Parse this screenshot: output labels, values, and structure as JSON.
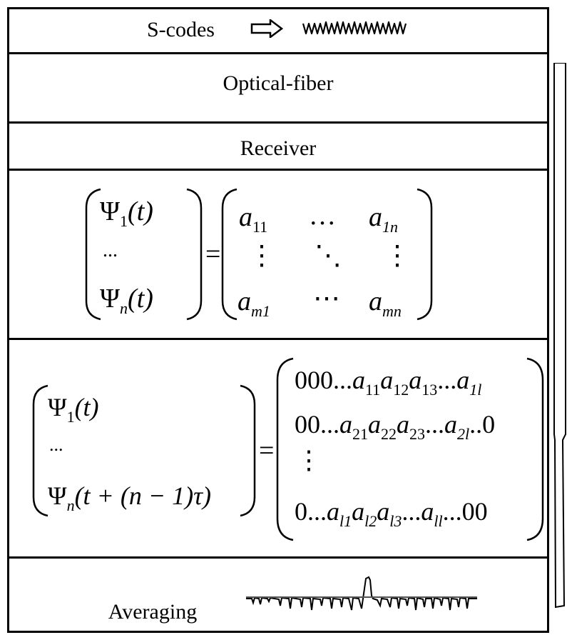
{
  "diagram": {
    "steps": {
      "scodes": "S-codes",
      "fiber": "Optical-fiber",
      "receiver": "Receiver",
      "averaging": "Averaging"
    },
    "eq1": {
      "lhs_top_sym": "Ψ",
      "lhs_top_sub": "1",
      "lhs_top_arg": "(t)",
      "lhs_mid": "...",
      "lhs_bot_sym": "Ψ",
      "lhs_bot_sub": "n",
      "lhs_bot_arg": "(t)",
      "equals": "=",
      "r1c1_sym": "a",
      "r1c1_sub": "11",
      "r1c2": "…",
      "r1c3_sym": "a",
      "r1c3_sub": "1n",
      "r2c1": "⋮",
      "r2c2": "⋱",
      "r2c3": "⋮",
      "r3c1_sym": "a",
      "r3c1_sub": "m1",
      "r3c2": "⋯",
      "r3c3_sym": "a",
      "r3c3_sub": "mn"
    },
    "eq2": {
      "lhs_top_sym": "Ψ",
      "lhs_top_sub": "1",
      "lhs_top_arg": "(t)",
      "lhs_mid": "...",
      "lhs_bot_sym": "Ψ",
      "lhs_bot_sub": "n",
      "lhs_bot_arg": "(t + (n − 1)τ)",
      "equals": "=",
      "row1_prefix": "000...",
      "row1_terms": [
        [
          "a",
          "11"
        ],
        [
          "a",
          "12"
        ],
        [
          "a",
          "13"
        ]
      ],
      "row1_mid": "...",
      "row1_last": [
        "a",
        "1l"
      ],
      "row2_prefix": "00...",
      "row2_terms": [
        [
          "a",
          "21"
        ],
        [
          "a",
          "22"
        ],
        [
          "a",
          "23"
        ]
      ],
      "row2_mid": "...",
      "row2_last": [
        "a",
        "2l"
      ],
      "row2_suffix": "..0",
      "row3": "⋮",
      "row4_prefix": "0...",
      "row4_terms": [
        [
          "a",
          "l1"
        ],
        [
          "a",
          "l2"
        ],
        [
          "a",
          "l3"
        ]
      ],
      "row4_mid": "...",
      "row4_last": [
        "a",
        "ll"
      ],
      "row4_suffix": "...00"
    }
  }
}
